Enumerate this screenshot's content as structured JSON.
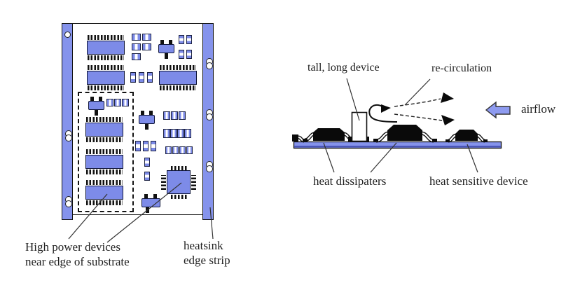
{
  "figure": {
    "left_panel": {
      "labels": {
        "high_power_line1": "High power devices",
        "high_power_line2": "near edge of substrate",
        "heatsink_line1": "heatsink",
        "heatsink_line2": "edge strip"
      }
    },
    "right_panel": {
      "labels": {
        "tall_device": "tall, long device",
        "recirculation": "re-circulation",
        "airflow": "airflow",
        "heat_dissipaters": "heat dissipaters",
        "heat_sensitive": "heat sensitive device"
      },
      "icons": {
        "airflow_arrow": "left-block-arrow",
        "recirculation_curl": "curl-arrow",
        "flow_arrowheads": "solid-right-arrowheads"
      }
    },
    "colors": {
      "comp": "#7d8be8",
      "strip": "#8593ec",
      "arrow": "#8e9bf0",
      "ink": "#141414",
      "label": "#1f1f1f",
      "bg": "#ffffff"
    }
  }
}
